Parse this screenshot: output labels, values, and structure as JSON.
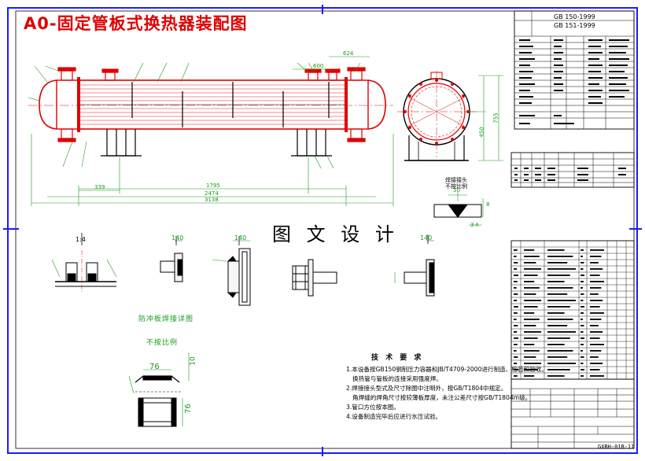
{
  "title": "A0-固定管板式换热器装配图",
  "watermark": "图 文 设 计",
  "standards": {
    "line1": "GB 150-1999",
    "line2": "GB 151-1999"
  },
  "dims": {
    "d1795": "1795",
    "d2474": "2474",
    "d3138": "3138",
    "d339": "339",
    "d624": "624",
    "d600": "600",
    "d450": "450",
    "d755": "755",
    "d140a": "140",
    "d140b": "140",
    "d140c": "140",
    "d76a": "76",
    "d76b": "76",
    "d30": "30",
    "d10": "10",
    "d8": "8",
    "d3": "3",
    "d4": "4"
  },
  "details": {
    "scale_label": "1:4",
    "weld_label": "焊接接头",
    "weld_scale": "不按比例",
    "weld_caption": "防冲板焊接详图",
    "weld_caption_scale": "不按比例"
  },
  "tech_req": {
    "title": "技 术 要 求",
    "items": [
      "1.本设备按GB150钢制压力容器和JB/T4709-2000进行制造、检验和验收。",
      "  换热管与管板的连接采用强度焊。",
      "2.焊接接头型式及尺寸除图中注明外，按GB/T1804中规定。",
      "  角焊缝的焊角尺寸按较薄板厚度，未注公差尺寸按GB/T1804m级。",
      "3.管口方位按本图。",
      "4.设备制造完毕后应进行水压试验。"
    ]
  },
  "drawing_number": "GXBH-01B-11",
  "colors": {
    "frame": "#1a1aff",
    "shell": "#e00000",
    "dimension": "#1a9a1a",
    "line": "#000000"
  }
}
